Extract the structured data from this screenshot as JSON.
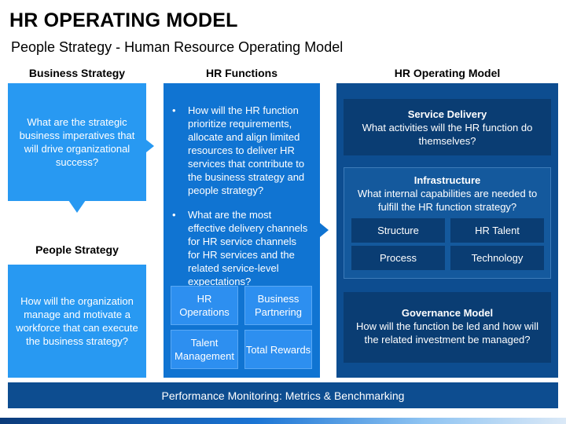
{
  "title": "HR OPERATING MODEL",
  "subtitle": "People Strategy - Human Resource Operating Model",
  "columns": {
    "business_strategy": "Business Strategy",
    "hr_functions": "HR Functions",
    "hr_operating_model": "HR Operating Model"
  },
  "business_strategy": {
    "text": "What are the strategic business imperatives that will drive organizational success?"
  },
  "people_strategy": {
    "heading": "People Strategy",
    "text": "How will the organization manage and motivate a workforce that can execute the business strategy?"
  },
  "hr_functions": {
    "bullets": [
      "How will the HR function prioritize requirements, allocate and align limited resources to deliver HR services that contribute to the business strategy and people strategy?",
      "What are the most effective delivery channels for HR service channels for HR services and the related service-level expectations?"
    ],
    "tiles": [
      "HR Operations",
      "Business Partnering",
      "Talent Management",
      "Total Rewards"
    ]
  },
  "operating_model": {
    "service_delivery": {
      "title": "Service Delivery",
      "text": "What activities will the HR function do themselves?"
    },
    "infrastructure": {
      "title": "Infrastructure",
      "text": "What internal capabilities are needed to fulfill the HR function strategy?",
      "tiles": [
        "Structure",
        "HR Talent",
        "Process",
        "Technology"
      ]
    },
    "governance": {
      "title": "Governance Model",
      "text": "How will the function be led and how will the related investment be managed?"
    }
  },
  "footer": {
    "text": "Performance Monitoring: Metrics & Benchmarking"
  },
  "colors": {
    "light_blue": "#2899f2",
    "mid_blue": "#1074d2",
    "dark_blue": "#0d4d90",
    "navy": "#0a3d73"
  }
}
